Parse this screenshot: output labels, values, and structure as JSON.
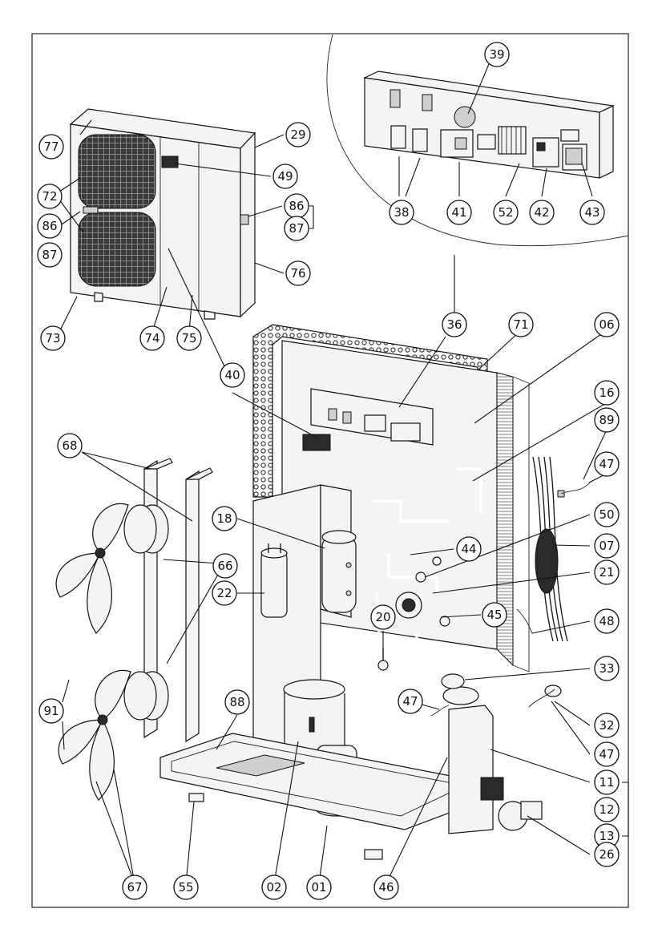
{
  "labels": [
    {
      "id": "c39",
      "text": "39"
    },
    {
      "id": "c38",
      "text": "38"
    },
    {
      "id": "c41",
      "text": "41"
    },
    {
      "id": "c52",
      "text": "52"
    },
    {
      "id": "c42",
      "text": "42"
    },
    {
      "id": "c43",
      "text": "43"
    },
    {
      "id": "c77",
      "text": "77"
    },
    {
      "id": "c29",
      "text": "29"
    },
    {
      "id": "c49",
      "text": "49"
    },
    {
      "id": "c72",
      "text": "72"
    },
    {
      "id": "c86a",
      "text": "86"
    },
    {
      "id": "c87a",
      "text": "87"
    },
    {
      "id": "c86b",
      "text": "86"
    },
    {
      "id": "c87b",
      "text": "87"
    },
    {
      "id": "c76",
      "text": "76"
    },
    {
      "id": "c73",
      "text": "73"
    },
    {
      "id": "c74",
      "text": "74"
    },
    {
      "id": "c75",
      "text": "75"
    },
    {
      "id": "c36",
      "text": "36"
    },
    {
      "id": "c71",
      "text": "71"
    },
    {
      "id": "c06",
      "text": "06"
    },
    {
      "id": "c40",
      "text": "40"
    },
    {
      "id": "c16",
      "text": "16"
    },
    {
      "id": "c89",
      "text": "89"
    },
    {
      "id": "c47a",
      "text": "47"
    },
    {
      "id": "c68",
      "text": "68"
    },
    {
      "id": "c18",
      "text": "18"
    },
    {
      "id": "c50",
      "text": "50"
    },
    {
      "id": "c44",
      "text": "44"
    },
    {
      "id": "c07",
      "text": "07"
    },
    {
      "id": "c66",
      "text": "66"
    },
    {
      "id": "c21",
      "text": "21"
    },
    {
      "id": "c22",
      "text": "22"
    },
    {
      "id": "c45",
      "text": "45"
    },
    {
      "id": "c48",
      "text": "48"
    },
    {
      "id": "c20",
      "text": "20"
    },
    {
      "id": "c33",
      "text": "33"
    },
    {
      "id": "c91",
      "text": "91"
    },
    {
      "id": "c88",
      "text": "88"
    },
    {
      "id": "c47b",
      "text": "47"
    },
    {
      "id": "c32",
      "text": "32"
    },
    {
      "id": "c47c",
      "text": "47"
    },
    {
      "id": "c11",
      "text": "11"
    },
    {
      "id": "c12",
      "text": "12"
    },
    {
      "id": "c13",
      "text": "13"
    },
    {
      "id": "c26",
      "text": "26"
    },
    {
      "id": "c67",
      "text": "67"
    },
    {
      "id": "c55",
      "text": "55"
    },
    {
      "id": "c02",
      "text": "02"
    },
    {
      "id": "c01",
      "text": "01"
    },
    {
      "id": "c46",
      "text": "46"
    }
  ]
}
